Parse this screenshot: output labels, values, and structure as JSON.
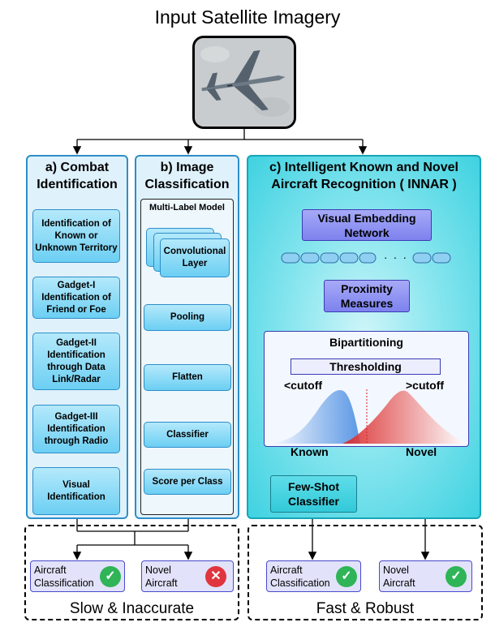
{
  "title": "Input Satellite Imagery",
  "panel_a": {
    "title": "a) Combat Identification",
    "steps": [
      "Identification of Known or Unknown Territory",
      "Gadget-I Identification of Friend or Foe",
      "Gadget-II Identification through Data Link/Radar",
      "Gadget-III Identification through Radio",
      "Visual Identification"
    ]
  },
  "panel_b": {
    "title": "b) Image Classification",
    "model_label": "Multi-Label Model",
    "layers": [
      "Convolutional Layer",
      "Pooling",
      "Flatten",
      "Classifier",
      "Score per Class"
    ]
  },
  "panel_c": {
    "title": "c) Intelligent Known and Novel Aircraft Recognition ( INNAR )",
    "embedding": "Visual Embedding Network",
    "dots": ". . .",
    "proximity": "Proximity Measures",
    "bipartition": "Bipartitioning",
    "threshold": "Thresholding",
    "below": "<cutoff",
    "above": ">cutoff",
    "known": "Known",
    "novel": "Novel",
    "fewshot": "Few-Shot Classifier"
  },
  "outputs_left": {
    "items": [
      {
        "label": "Aircraft Classification",
        "status": "check"
      },
      {
        "label": "Novel Aircraft",
        "status": "cross"
      }
    ],
    "caption": "Slow & Inaccurate"
  },
  "outputs_right": {
    "items": [
      {
        "label": "Aircraft Classification",
        "status": "check"
      },
      {
        "label": "Novel Aircraft",
        "status": "check"
      }
    ],
    "caption": "Fast & Robust"
  },
  "colors": {
    "panel_border": "#2d8ec9",
    "panel_c": "#33d0df",
    "known_dist": "#4a90e2",
    "novel_dist": "#e03030",
    "check": "#2fb457",
    "cross": "#e0353f"
  }
}
